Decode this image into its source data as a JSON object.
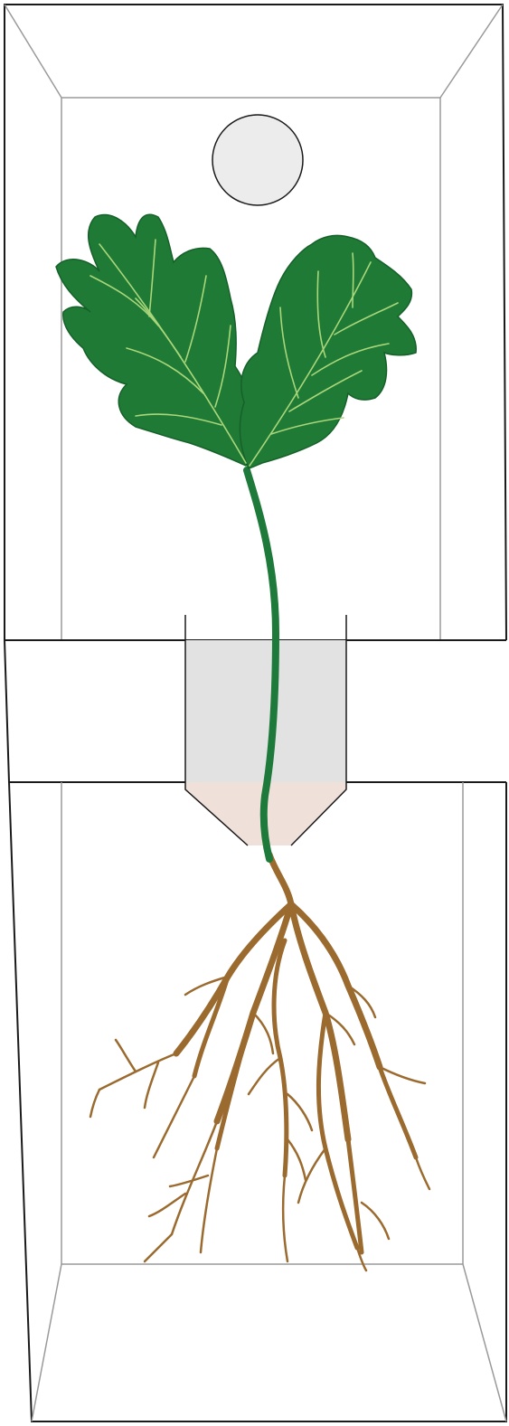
{
  "diagram": {
    "parts": [
      {
        "id": "upper-chamber",
        "kind": "box"
      },
      {
        "id": "middle-band",
        "kind": "band"
      },
      {
        "id": "lower-chamber",
        "kind": "box"
      },
      {
        "id": "light-source",
        "kind": "circle"
      },
      {
        "id": "seedling-shoot",
        "kind": "plant"
      },
      {
        "id": "root-system",
        "kind": "roots"
      },
      {
        "id": "funnel-holder",
        "kind": "holder"
      }
    ],
    "labels": []
  },
  "colors": {
    "outline": "#1a1a1a",
    "inner_line": "#9a9a9a",
    "leaf": "#1f7a35",
    "leaf_dark": "#16612a",
    "leaf_vein": "#a9d67a",
    "stem": "#1e7a3a",
    "root": "#9a6a2e",
    "light": "#ececec",
    "holder_fill": "#e2e2e2",
    "funnel_fill": "#efe1d9"
  }
}
